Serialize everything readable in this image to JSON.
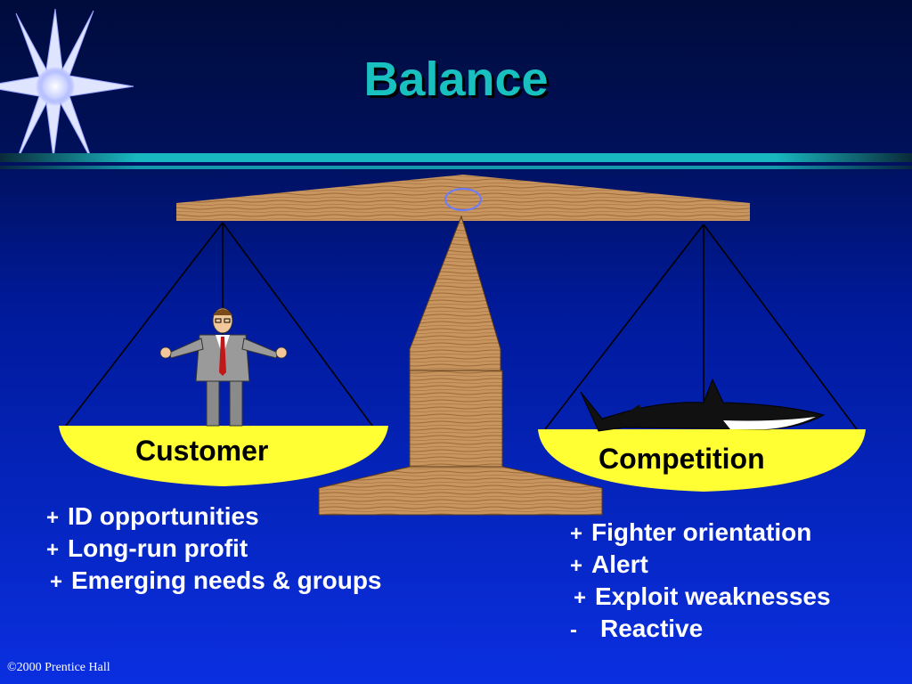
{
  "slide": {
    "title": "Balance",
    "footer": "©2000 Prentice Hall"
  },
  "left_pan": {
    "label": "Customer",
    "figure": "businessman-figure",
    "bullets": [
      {
        "sign": "+",
        "text": "ID opportunities"
      },
      {
        "sign": "+",
        "text": "Long-run profit"
      },
      {
        "sign": "+",
        "text": "Emerging needs & groups"
      }
    ]
  },
  "right_pan": {
    "label": "Competition",
    "figure": "shark-figure",
    "bullets": [
      {
        "sign": "+",
        "text": "Fighter orientation"
      },
      {
        "sign": "+",
        "text": "Alert"
      },
      {
        "sign": "+",
        "text": "Exploit weaknesses"
      },
      {
        "sign": "-",
        "text": "Reactive"
      }
    ]
  },
  "colors": {
    "title": "#19c0c0",
    "pan": "#ffff33",
    "wood": "#c89560",
    "stripe": "#19b8c0",
    "text": "#ffffff"
  }
}
